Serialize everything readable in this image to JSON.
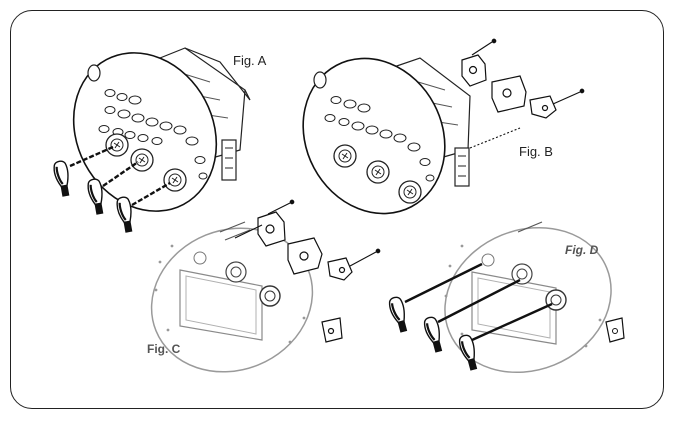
{
  "figures": {
    "a": "Fig. A",
    "b": "Fig. B",
    "c": "Fig. C",
    "d": "Fig. D"
  }
}
